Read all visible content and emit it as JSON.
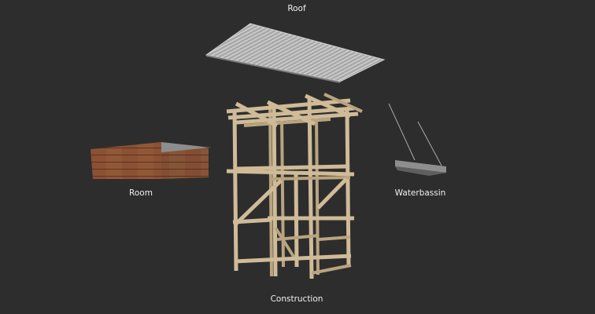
{
  "labels": {
    "roof": "Roof",
    "room": "Room",
    "waterbassin": "Waterbassin",
    "construction": "Construction"
  },
  "colors": {
    "background": "#2d2d2d",
    "wood": "#cfbb98",
    "room_wood": "#8a4f30",
    "metal": "#9a9a9a"
  }
}
